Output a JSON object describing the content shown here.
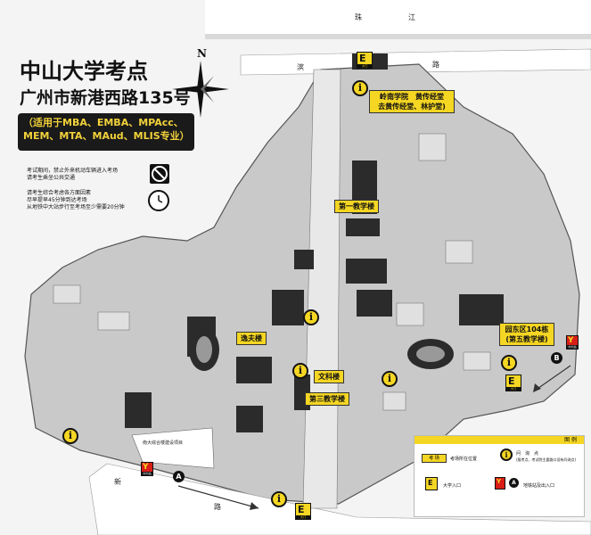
{
  "header": {
    "title": "中山大学考点",
    "address": "广州市新港西路135号",
    "scope_line1": "（适用于MBA、EMBA、MPAcc、",
    "scope_line2": "MEM、MTA、MAud、MLIS专业）"
  },
  "notices": {
    "traffic_line1": "考试期间，禁止外来机动车辆进入考场",
    "traffic_line2": "请考生乘坐公共交通",
    "time_line1": "请考生综合考虑各方面因素",
    "time_line2": "尽早提早45分钟到达考场",
    "time_line3": "从地铁中大站步行至考场至少需要20分钟"
  },
  "compass": {
    "label": "N"
  },
  "streets": {
    "river": "珠",
    "river2": "江",
    "north_road_a": "滨",
    "north_road_b": "路",
    "south_road_a": "新",
    "south_road_b": "路"
  },
  "buildings": {
    "lingnan": "岭南学院　黄传经堂",
    "lingnan2": "去黄传经堂、林护堂)",
    "first_teaching": "第一教学楼",
    "yifu": "逸夫楼",
    "wenke": "文科楼",
    "third_teaching": "第三教学楼",
    "east_campus": "园东区104栋",
    "east_campus2": "(第五教学楼)",
    "south_bldg": "南大综合楼建设项目"
  },
  "markers": {
    "info": "i",
    "gate_exit": "E",
    "metro": "Y",
    "exit_a": "A",
    "exit_b": "B",
    "gate_label": "大门",
    "metro_label": "中大站"
  },
  "legend": {
    "title": "图 例",
    "exam_box": "考 场",
    "exam_desc": "考场所在位置",
    "info_desc": "问　询　点",
    "info_note": "(报考点、考试院主要路口设有问询点)",
    "gate_desc": "大学入口",
    "metro_desc": "地铁站及出入口"
  },
  "colors": {
    "highlight": "#f5d623",
    "dark": "#1a1a1a",
    "metro_red": "#d91e18"
  }
}
